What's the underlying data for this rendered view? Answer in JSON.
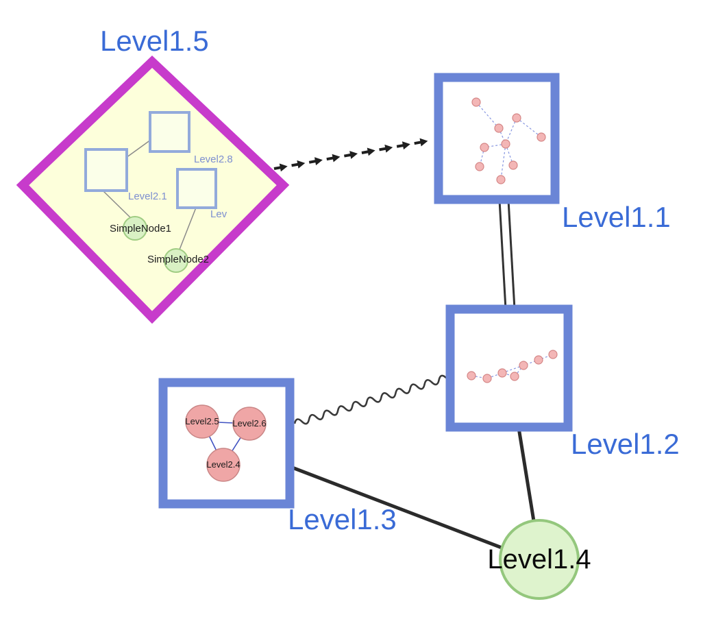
{
  "nodes": {
    "level15": {
      "label": "Level1.5",
      "type": "diamond-group",
      "children": {
        "level28": {
          "label": "Level2.8"
        },
        "level21": {
          "label": "Level2.1"
        },
        "lev": {
          "label": "Lev"
        },
        "simplenode1": {
          "label": "SimpleNode1"
        },
        "simplenode2": {
          "label": "SimpleNode2"
        }
      }
    },
    "level11": {
      "label": "Level1.1",
      "type": "square-group"
    },
    "level12": {
      "label": "Level1.2",
      "type": "square-group"
    },
    "level13": {
      "label": "Level1.3",
      "type": "square-group",
      "children": {
        "level25": {
          "label": "Level2.5"
        },
        "level26": {
          "label": "Level2.6"
        },
        "level24": {
          "label": "Level2.4"
        }
      }
    },
    "level14": {
      "label": "Level1.4",
      "type": "circle-node"
    }
  },
  "edges": [
    {
      "from": "Level1.5",
      "to": "Level1.1",
      "style": "bold-dashed-arrows"
    },
    {
      "from": "Level1.1",
      "to": "Level1.2",
      "style": "double-line"
    },
    {
      "from": "Level1.3",
      "to": "Level1.2",
      "style": "wavy-line"
    },
    {
      "from": "Level1.3",
      "to": "Level1.4",
      "style": "solid-line"
    },
    {
      "from": "Level1.2",
      "to": "Level1.4",
      "style": "solid-line"
    }
  ],
  "colors": {
    "label_blue": "#3a6bd6",
    "group_border_blue": "#6a85d6",
    "diamond_magenta": "#c73bcb",
    "diamond_fill": "#fdffdb",
    "inner_square_border": "#92aadb",
    "green_node_fill": "#def3cd",
    "green_node_border": "#94c77d",
    "pink_node_fill": "#efa6a6",
    "pink_node_border": "#c98686",
    "edge_black": "#2b2b2b",
    "inner_edge_blue": "#3f51c1"
  }
}
